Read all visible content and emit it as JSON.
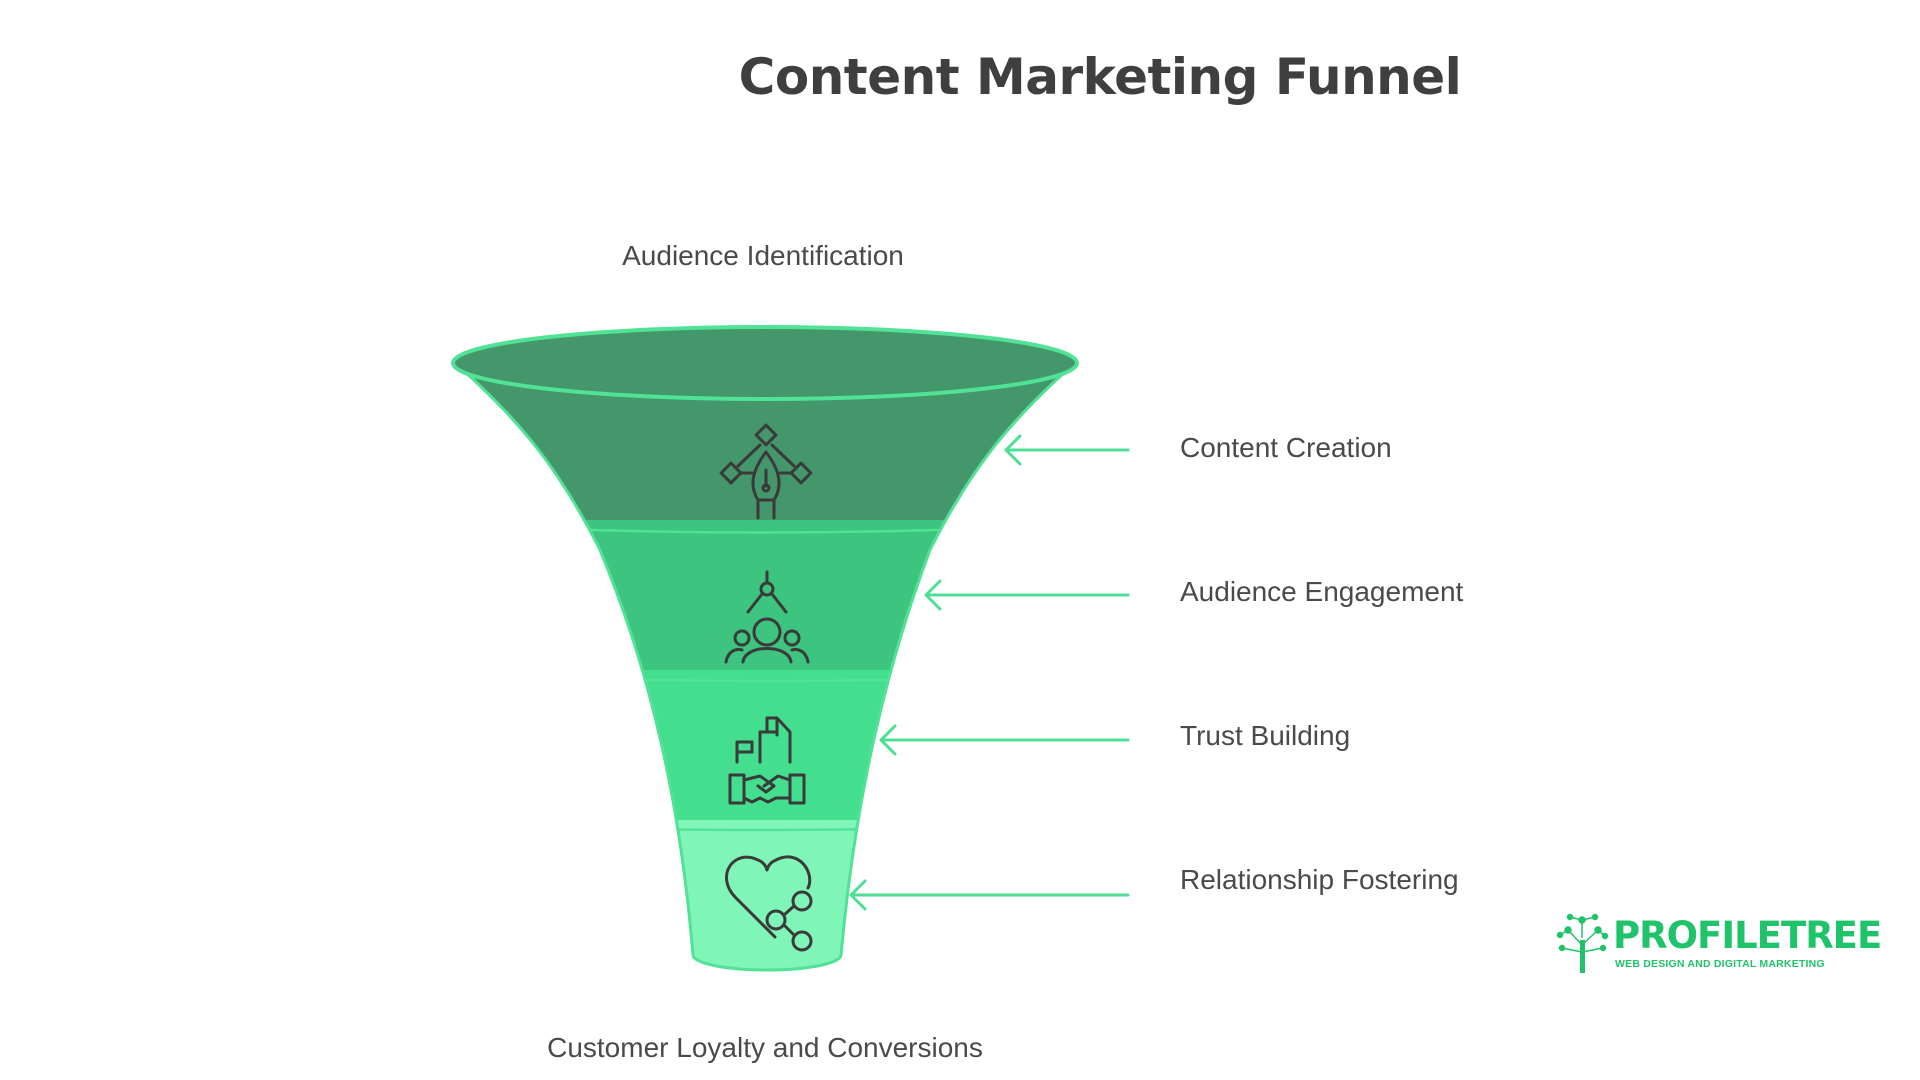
{
  "title": "Content Marketing Funnel",
  "top_label": "Audience Identification",
  "bottom_label": "Customer Loyalty and Conversions",
  "stages": [
    {
      "label": "Content Creation",
      "icon": "vector-pen-icon",
      "color": "#43976b"
    },
    {
      "label": "Audience Engagement",
      "icon": "team-engagement-icon",
      "color": "#3dc47f"
    },
    {
      "label": "Trust Building",
      "icon": "handshake-icon",
      "color": "#43df8e"
    },
    {
      "label": "Relationship Fostering",
      "icon": "heart-share-icon",
      "color": "#7ff5b8"
    }
  ],
  "colors": {
    "outline": "#51e296",
    "arrow": "#4fde94",
    "icon_stroke": "#3a3a3a",
    "funnel_rim": "#43976b",
    "brand": "#1fc36a"
  },
  "logo": {
    "name": "PROFILETREE",
    "tagline": "WEB DESIGN AND DIGITAL MARKETING"
  }
}
